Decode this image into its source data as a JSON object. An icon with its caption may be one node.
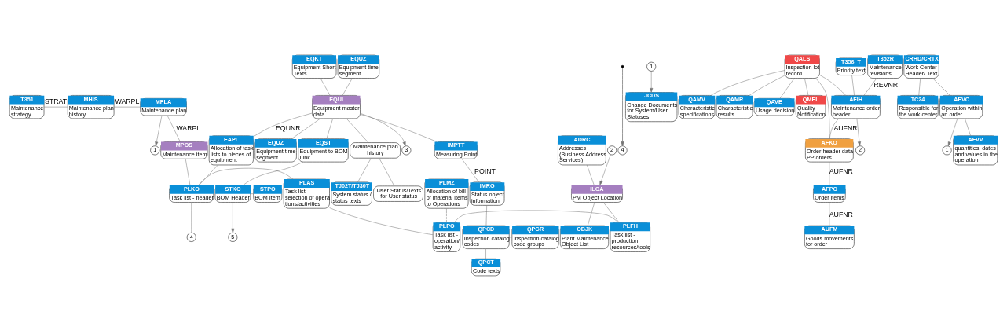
{
  "diagram": {
    "nodes": [
      {
        "text": [
          "T351",
          "Maintenance strategy"
        ]
      },
      {
        "text": [
          "MHIS",
          "Maintenance plan history"
        ]
      },
      {
        "text": [
          "MPLA",
          "Maintenance plan"
        ]
      },
      {
        "text": [
          "1"
        ]
      },
      {
        "text": [
          "MPOS",
          "Maintenance item"
        ]
      },
      {
        "text": [
          "PLMZ",
          "Allocation of bill of material items to Operations"
        ]
      },
      {
        "text": [
          "ADRC",
          "Addresses (Business Address Services)"
        ]
      },
      {
        "text": [
          "4"
        ]
      },
      {
        "text": [
          "2"
        ]
      },
      {
        "text": [
          "ILOA",
          "PM Object Location"
        ]
      },
      {
        "text": [
          "EQKT",
          "Equipment Short Texts"
        ]
      },
      {
        "text": [
          "EQUZ",
          "Equipment time segment"
        ]
      },
      {
        "text": [
          "4"
        ]
      },
      {
        "text": [
          "PLKO",
          "Task list - header"
        ]
      },
      {
        "text": [
          "PLAS",
          "Task list - selection of operations/activities"
        ]
      },
      {
        "text": [
          "PLPO",
          "Task list - operation/ activity"
        ]
      },
      {
        "text": [
          "PLFH",
          "Task list - production resources/tools"
        ]
      },
      {
        "text": [
          "OBJK",
          "Plant Maintenance Object List"
        ]
      },
      {
        "text": [
          "3"
        ]
      },
      {
        "text": [
          "EQUI",
          "Equipment master data"
        ]
      },
      {
        "text": [
          "EAPL",
          "Allocation of task lists to pieces of equipment"
        ]
      },
      {
        "text": [
          "EQST",
          "Equipment to BOM Link"
        ]
      },
      {
        "text": [
          "STKO",
          "BOM Header"
        ]
      },
      {
        "text": [
          "5"
        ]
      },
      {
        "text": [
          "STPO",
          "BOM Item"
        ]
      },
      {
        "text": [
          "EQUZ",
          "Equipment time segment"
        ]
      },
      {
        "text": [
          "Maintenance plan history"
        ]
      },
      {
        "text": [
          "1"
        ]
      },
      {
        "text": [
          "JCDS",
          "Change Documents for System/User Statuses"
        ]
      },
      {
        "text": [
          "IMPTT",
          "Measuring Point"
        ]
      },
      {
        "text": [
          "IMRG",
          "Status object information"
        ]
      },
      {
        "text": [
          "QPCD",
          "Inspection catalog codes"
        ]
      },
      {
        "text": [
          "QPGR",
          "Inspection catalog code groups"
        ]
      },
      {
        "text": [
          "QPCT",
          "Code texts"
        ]
      },
      {
        "text": [
          "User Status/Texts for User status"
        ]
      },
      {
        "text": [
          "TJ02T/TJ30T",
          "System status / status texts"
        ]
      },
      {
        "text": [
          "QALS",
          "Inspection lot record"
        ]
      },
      {
        "text": [
          "QAMV",
          "Characteristic specifications"
        ]
      },
      {
        "text": [
          "QAMR",
          "Characteristic results"
        ]
      },
      {
        "text": [
          "QAVE",
          "Usage decision"
        ]
      },
      {
        "text": [
          "QMEL",
          "Quality Notification"
        ]
      },
      {
        "text": [
          "T356_T",
          "Priority text"
        ]
      },
      {
        "text": [
          "T352R",
          "Maintenance revisions"
        ]
      },
      {
        "text": [
          "CRHD/CRTX",
          "Work Center Header/ Text"
        ]
      },
      {
        "text": [
          "TC24",
          "Responsible for the work center"
        ]
      },
      {
        "text": [
          "AFIH",
          "Maintenance order header"
        ]
      },
      {
        "text": [
          "2"
        ]
      },
      {
        "text": [
          "AFKO",
          "Order header data PP orders"
        ]
      },
      {
        "text": [
          "AFPO",
          "Order items"
        ]
      },
      {
        "text": [
          "AUFM",
          "Goods movements for order"
        ]
      },
      {
        "text": [
          "AFVC",
          "Operation within an order"
        ]
      },
      {
        "text": [
          "1"
        ]
      },
      {
        "text": [
          "AFVV",
          "quantities, dates and values in the operation"
        ]
      }
    ],
    "edges": [
      {
        "from": 0,
        "to": 1,
        "arrow": "none",
        "label": "STRAT"
      },
      {
        "from": 1,
        "to": 2,
        "arrow": "none",
        "label": "WARPL"
      },
      {
        "from": 2,
        "to": 3,
        "arrow": "to"
      },
      {
        "from": 2,
        "to": 4,
        "arrow": "none",
        "label": "WARPL"
      },
      {
        "from": 4,
        "to": 13,
        "arrow": "none"
      },
      {
        "from": 5,
        "to": 15,
        "arrow": "none",
        "style": "dashed"
      },
      {
        "from": 6,
        "to": 9,
        "arrow": "none"
      },
      {
        "from": null,
        "to": 12,
        "arrow": "to"
      },
      {
        "from": 8,
        "to": 9,
        "arrow": "to"
      },
      {
        "from": 9,
        "to": 17,
        "arrow": "none"
      },
      {
        "from": 9,
        "to": 16,
        "arrow": "none"
      },
      {
        "from": 10,
        "to": 19,
        "arrow": "none"
      },
      {
        "from": 11,
        "to": 19,
        "arrow": "none"
      },
      {
        "from": 13,
        "to": 7,
        "arrow": "none"
      },
      {
        "from": 13,
        "to": 14,
        "arrow": "none"
      },
      {
        "from": 14,
        "to": 15,
        "arrow": "none"
      },
      {
        "from": 15,
        "to": 16,
        "arrow": "none"
      },
      {
        "from": 19,
        "to": 18,
        "arrow": "to"
      },
      {
        "from": 19,
        "to": 26,
        "arrow": "none"
      },
      {
        "from": 19,
        "to": 20,
        "arrow": "none",
        "label": "EQUNR"
      },
      {
        "from": 19,
        "to": 21,
        "arrow": "none"
      },
      {
        "from": 19,
        "to": 29,
        "arrow": "none"
      },
      {
        "from": 20,
        "to": 13,
        "arrow": "none"
      },
      {
        "from": 21,
        "to": 22,
        "arrow": "none"
      },
      {
        "from": 22,
        "to": 24,
        "arrow": "none"
      },
      {
        "from": 22,
        "to": 23,
        "arrow": "to"
      },
      {
        "from": 19,
        "to": 25,
        "arrow": "none"
      },
      {
        "from": 27,
        "to": 28,
        "arrow": "to"
      },
      {
        "from": 26,
        "to": 34,
        "arrow": "none"
      },
      {
        "from": 26,
        "to": 35,
        "arrow": "none"
      },
      {
        "from": 29,
        "to": 30,
        "arrow": "none",
        "label": "POINT"
      },
      {
        "from": 30,
        "to": 31,
        "arrow": "none"
      },
      {
        "from": 31,
        "to": 32,
        "arrow": "none"
      },
      {
        "from": 31,
        "to": 33,
        "arrow": "none"
      },
      {
        "from": 36,
        "to": 45,
        "arrow": "none"
      },
      {
        "from": 36,
        "to": 47,
        "arrow": "none"
      },
      {
        "from": 36,
        "to": 37,
        "arrow": "none"
      },
      {
        "from": 36,
        "to": 38,
        "arrow": "none"
      },
      {
        "from": 36,
        "to": 39,
        "arrow": "none"
      },
      {
        "from": 36,
        "to": 40,
        "arrow": "none"
      },
      {
        "from": 41,
        "to": 45,
        "arrow": "none"
      },
      {
        "from": 42,
        "to": 45,
        "arrow": "none",
        "label": "REVNR"
      },
      {
        "from": 45,
        "to": 46,
        "arrow": "to"
      },
      {
        "from": 45,
        "to": 47,
        "arrow": "none",
        "label": "AUFNR"
      },
      {
        "from": 47,
        "to": 48,
        "arrow": "none",
        "label": "AUFNR"
      },
      {
        "from": 48,
        "to": 49,
        "arrow": "none",
        "label": "AUFNR"
      },
      {
        "from": 43,
        "to": 50,
        "arrow": "none"
      },
      {
        "from": 43,
        "to": 44,
        "arrow": "none"
      },
      {
        "from": 50,
        "to": 51,
        "arrow": "to"
      },
      {
        "from": 50,
        "to": 52,
        "arrow": "none"
      }
    ]
  }
}
